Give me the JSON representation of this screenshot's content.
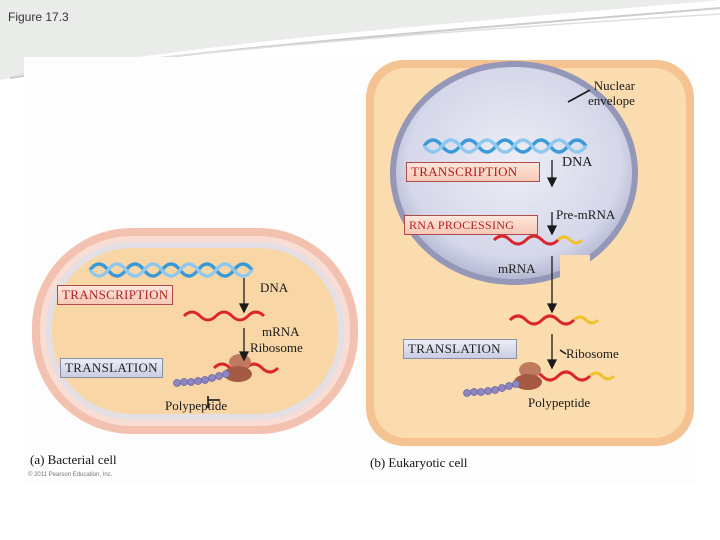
{
  "figure_title": "Figure 17.3",
  "copyright": "© 2011 Pearson Education, Inc.",
  "bacterial": {
    "transcription": "TRANSCRIPTION",
    "translation": "TRANSLATION",
    "dna": "DNA",
    "mrna": "mRNA",
    "ribosome": "Ribosome",
    "polypeptide": "Polypeptide",
    "caption": "(a) Bacterial cell"
  },
  "eukaryotic": {
    "nuclear_envelope_1": "Nuclear",
    "nuclear_envelope_2": "envelope",
    "transcription": "TRANSCRIPTION",
    "rna_processing": "RNA PROCESSING",
    "translation": "TRANSLATION",
    "dna": "DNA",
    "pre_mrna": "Pre-mRNA",
    "mrna": "mRNA",
    "ribosome": "Ribosome",
    "polypeptide": "Polypeptide",
    "caption": "(b) Eukaryotic cell"
  },
  "colors": {
    "cytoplasm": "#fbd9a8",
    "nucleus": "#d6d7ea",
    "dna": "#3a9ad9",
    "rna": "#d9262c",
    "polypeptide": "#8c86c2",
    "ribosome": "#b86b52"
  }
}
